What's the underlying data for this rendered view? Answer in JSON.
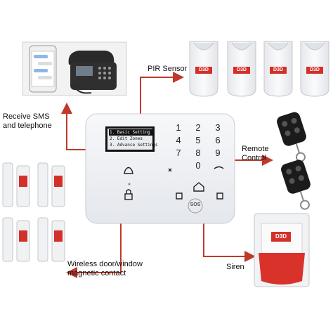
{
  "labels": {
    "pir_sensor": "PIR Sensor",
    "receive": "Receive SMS\nand telephone",
    "remote": "Remote\nControl",
    "contact": "Wireless door/window\nmagnetic contact",
    "siren": "Siren"
  },
  "panel": {
    "menu_items": [
      "1. Basic Setting",
      "2. Edit Zones",
      "3. Advance Settings"
    ],
    "keypad": [
      "1",
      "2",
      "3",
      "4",
      "5",
      "6",
      "7",
      "8",
      "9",
      "0"
    ],
    "logo": "SOS"
  },
  "brand_text": "D3D",
  "colors": {
    "arrow": "#c0392b",
    "badge": "#d4302a",
    "siren_red": "#d9322b",
    "device_white": "#f3f4f6"
  },
  "icons": [
    "phone-icon",
    "smartphone-icon",
    "pir-sensor-icon",
    "remote-keyfob-icon",
    "door-contact-icon",
    "siren-icon",
    "alarm-panel-icon"
  ]
}
